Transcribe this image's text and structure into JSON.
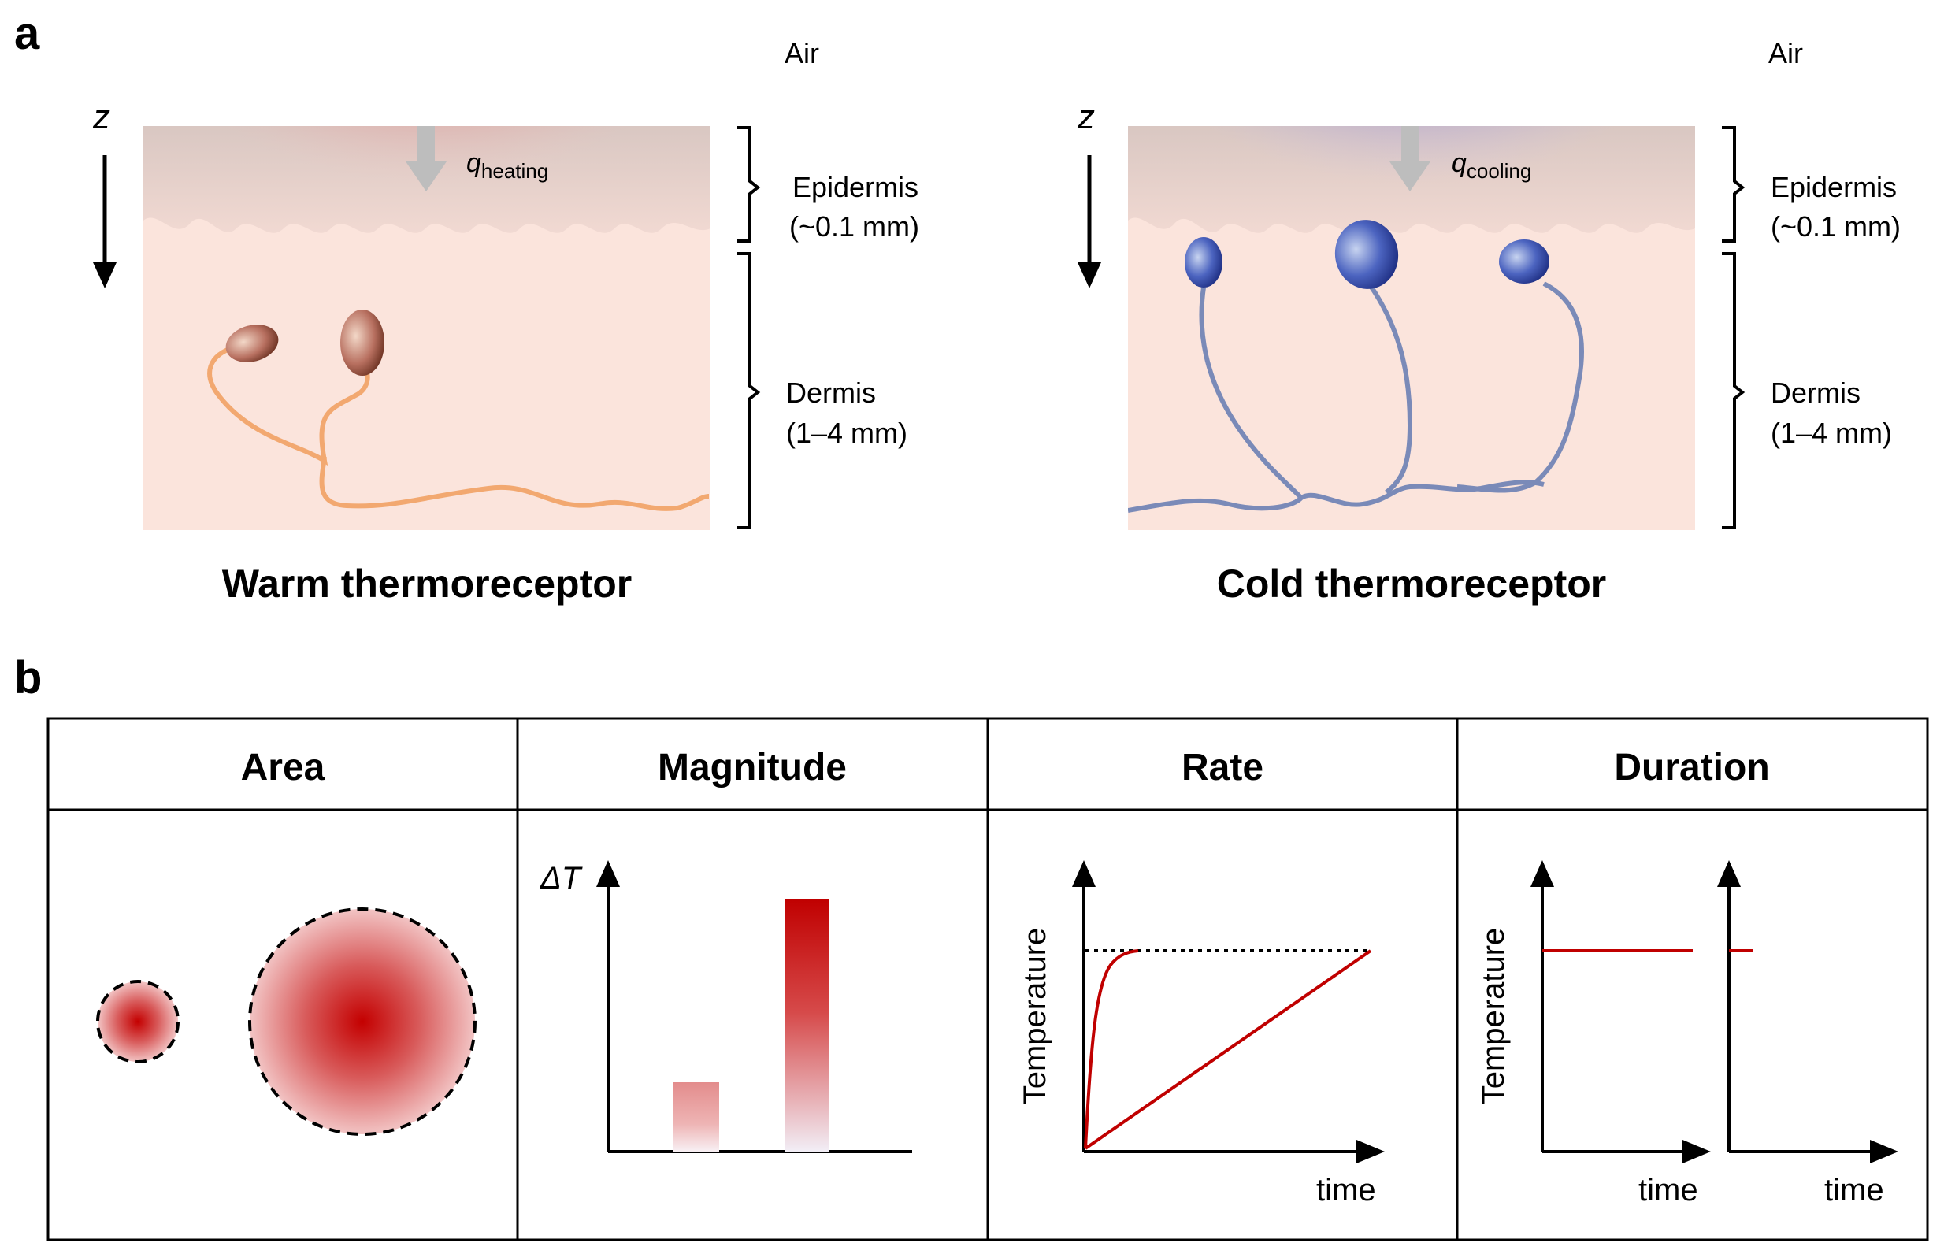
{
  "panel_a": {
    "label": "a",
    "warm": {
      "air": "Air",
      "axis": "z",
      "flux_symbol": "q",
      "flux_subscript": "heating",
      "epidermis": "Epidermis",
      "epidermis_depth": "(~0.1 mm)",
      "dermis": "Dermis",
      "dermis_depth": "(1–4 mm)",
      "title": "Warm thermoreceptor",
      "tint_color": "#e81e1e"
    },
    "cold": {
      "air": "Air",
      "axis": "z",
      "flux_symbol": "q",
      "flux_subscript": "cooling",
      "epidermis": "Epidermis",
      "epidermis_depth": "(~0.1 mm)",
      "dermis": "Dermis",
      "dermis_depth": "(1–4 mm)",
      "title": "Cold thermoreceptor",
      "tint_color": "#1e1ee8"
    }
  },
  "panel_b": {
    "label": "b",
    "headers": [
      "Area",
      "Magnitude",
      "Rate",
      "Duration"
    ],
    "magnitude_axis": "ΔT",
    "rate_ylabel": "Temperature",
    "rate_xlabel": "time",
    "duration_ylabel": "Temperature",
    "duration_xlabel_1": "time",
    "duration_xlabel_2": "time",
    "accent_color": "#c00000"
  }
}
